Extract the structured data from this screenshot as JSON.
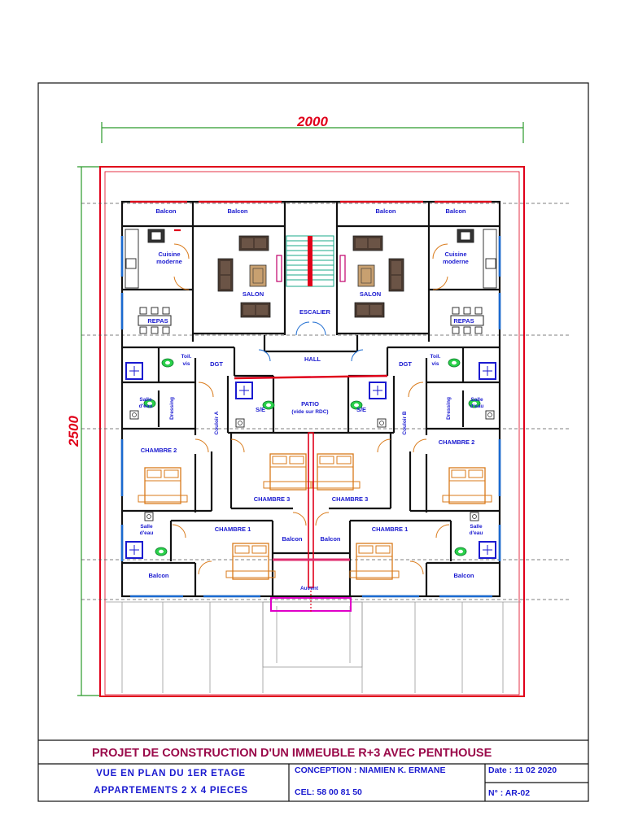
{
  "plan": {
    "dim_width": "2000",
    "dim_height": "2500",
    "rooms": {
      "balcon": "Balcon",
      "cuisine_l1": "Cuisine",
      "cuisine_l2": "moderne",
      "salon": "SALON",
      "escalier": "ESCALIER",
      "repas": "REPAS",
      "hall": "HALL",
      "toil_l1": "Toil.",
      "toil_l2": "vis",
      "dgt": "DGT",
      "salle_eau_l1": "Salle",
      "salle_eau_l2": "d'eau",
      "dressing": "Dressing",
      "se": "S/E",
      "patio_l1": "PATIO",
      "patio_l2": "(vide sur RDC)",
      "couloir_a": "Couloir A",
      "couloir_b": "Couloir B",
      "chambre_1": "CHAMBRE 1",
      "chambre_2": "CHAMBRE 2",
      "chambre_3": "CHAMBRE 3",
      "auvent": "Auvent"
    }
  },
  "title_block": {
    "project_title": "PROJET DE CONSTRUCTION D'UN IMMEUBLE R+3 AVEC PENTHOUSE",
    "view_line1": "VUE EN PLAN DU 1ER ETAGE",
    "view_line2": "APPARTEMENTS 2 X 4 PIECES",
    "conception": "CONCEPTION : NIAMIEN K. ERMANE",
    "phone": "CEL: 58 00 81 50",
    "date": "Date : 11 02 2020",
    "sheet_no": "N° : AR-02"
  },
  "colors": {
    "wall": "#111111",
    "plot_outline": "#e0001a",
    "dimension_line": "#2a9a2a",
    "room_label": "#1a1ad0",
    "stair": "#1aa888",
    "furniture": "#d97a1a",
    "auvent": "#e000c8",
    "title_text": "#9a0a4a"
  }
}
